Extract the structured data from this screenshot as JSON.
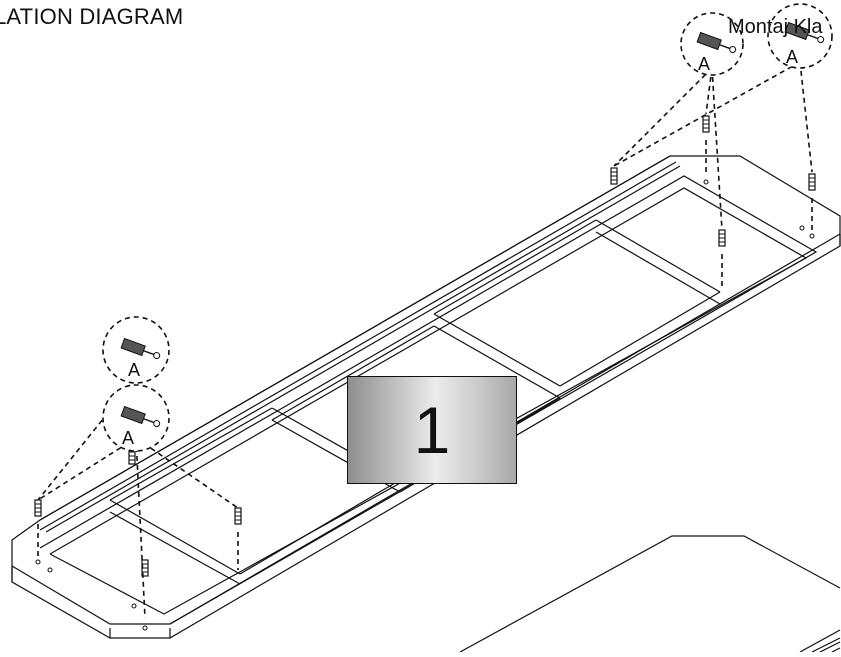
{
  "header": {
    "title": "LATION DIAGRAM",
    "brand": "Montaj Kla"
  },
  "step": {
    "number": "1"
  },
  "callouts": [
    {
      "label": "A"
    },
    {
      "label": "A"
    },
    {
      "label": "A"
    },
    {
      "label": "A"
    }
  ],
  "icons": {
    "dowel": "dowel-icon",
    "detail_circle": "detail-circle-icon"
  }
}
